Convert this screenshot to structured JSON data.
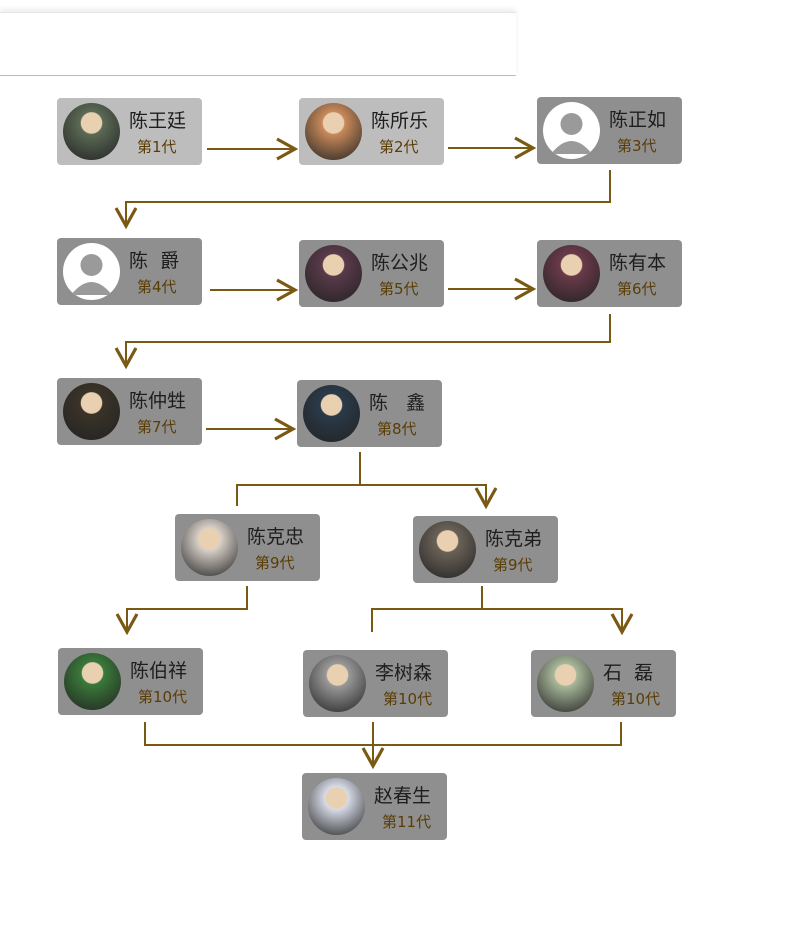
{
  "colors": {
    "arrow": "#7a5a12",
    "box": "#8f8f8f",
    "box_light": "#bdbdbd",
    "gen_text": "#5a3c05"
  },
  "nodes": [
    {
      "name": "陈王廷",
      "gen": "第1代",
      "avatar": "statue-photo"
    },
    {
      "name": "陈所乐",
      "gen": "第2代",
      "avatar": "portrait"
    },
    {
      "name": "陈正如",
      "gen": "第3代",
      "avatar": "placeholder-person-icon"
    },
    {
      "name": "陈  爵",
      "gen": "第4代",
      "avatar": "placeholder-person-icon"
    },
    {
      "name": "陈公兆",
      "gen": "第5代",
      "avatar": "portrait"
    },
    {
      "name": "陈有本",
      "gen": "第6代",
      "avatar": "portrait"
    },
    {
      "name": "陈仲甡",
      "gen": "第7代",
      "avatar": "portrait"
    },
    {
      "name": "陈   鑫",
      "gen": "第8代",
      "avatar": "portrait"
    },
    {
      "name": "陈克忠",
      "gen": "第9代",
      "avatar": "portrait"
    },
    {
      "name": "陈克弟",
      "gen": "第9代",
      "avatar": "portrait"
    },
    {
      "name": "陈伯祥",
      "gen": "第10代",
      "avatar": "portrait"
    },
    {
      "name": "李树森",
      "gen": "第10代",
      "avatar": "portrait"
    },
    {
      "name": "石  磊",
      "gen": "第10代",
      "avatar": "portrait"
    },
    {
      "name": "赵春生",
      "gen": "第11代",
      "avatar": "portrait"
    }
  ]
}
